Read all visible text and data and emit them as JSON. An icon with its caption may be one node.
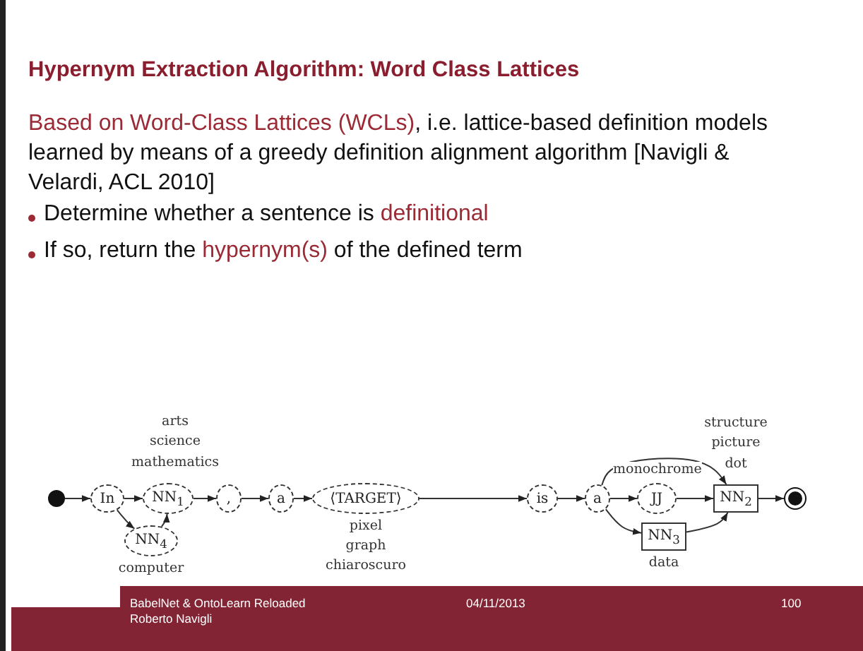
{
  "diagram": {
    "title": "Hypernym Extraction Algorithm: Word Class Lattices",
    "nodes": [
      {
        "text": [],
        "shape": "circle"
      },
      {
        "text": [
          "In"
        ]
      },
      {
        "text": [
          "NN$_{1}$"
        ],
        "beside": [
          "arts",
          "science",
          "mathematics"
        ]
      },
      {
        "text": [
          "NN$_{4}$"
        ],
        "beside": [
          "computer"
        ]
      },
      {
        "text": [
          ","
        ]
      },
      {
        "text": [
          "a"
        ]
      },
      {
        "text": [
          "⟨TARGET⟩"
        ],
        "beside": [
          "pixel",
          "graph",
          "chiaroscuro"
        ]
      },
      {
        "text": [
          "is"
        ]
      },
      {
        "text": [
          "a"
        ]
      },
      {
        "text": [
          "JJ"
        ]
      },
      {
        "text": [
          "NN$_{2}$"
        ],
        "beside": [
          "structure",
          "picture",
          "dot"
        ]
      },
      {
        "text": [
          "NN$_{3}$"
        ],
        "beside": [
          "data"
        ]
      },
      {
        "text": [],
        "shape": "circle"
      }
    ],
    "edges": [
      {
        "from": 0,
        "to": 1,
        "arrow": "to"
      },
      {
        "from": 1,
        "to": 2,
        "arrow": "to"
      },
      {
        "from": 1,
        "to": 3,
        "arrow": "to"
      },
      {
        "from": 3,
        "to": 2,
        "arrow": "to"
      },
      {
        "from": 2,
        "to": 4,
        "arrow": "to"
      },
      {
        "from": 4,
        "to": 5,
        "arrow": "to"
      },
      {
        "from": 5,
        "to": 6,
        "arrow": "to"
      },
      {
        "from": 6,
        "to": 7,
        "arrow": "to"
      },
      {
        "from": 7,
        "to": 8,
        "arrow": "to"
      },
      {
        "from": 8,
        "to": 9,
        "arrow": "to"
      },
      {
        "from": 9,
        "to": 10,
        "arrow": "to"
      },
      {
        "from": 8,
        "to": 10,
        "arrow": "to",
        "label": "monochrome"
      },
      {
        "from": 8,
        "to": 11,
        "arrow": "to"
      },
      {
        "from": 11,
        "to": 10,
        "arrow": "to"
      },
      {
        "from": 10,
        "to": 12,
        "arrow": "to"
      }
    ],
    "labels": [
      "**Based on Word-Class Lattices (WCLs)**, i.e. lattice-based definition models learned by means of a greedy definition alignment algorithm [Navigli & Velardi, ACL 2010]",
      "Determine whether a sentence is **definitional**",
      "If so, return the **hypernym(s)** of the defined term",
      "BabelNet & OntoLearn Reloaded",
      "Roberto Navigli",
      "04/11/2013",
      "100"
    ]
  }
}
